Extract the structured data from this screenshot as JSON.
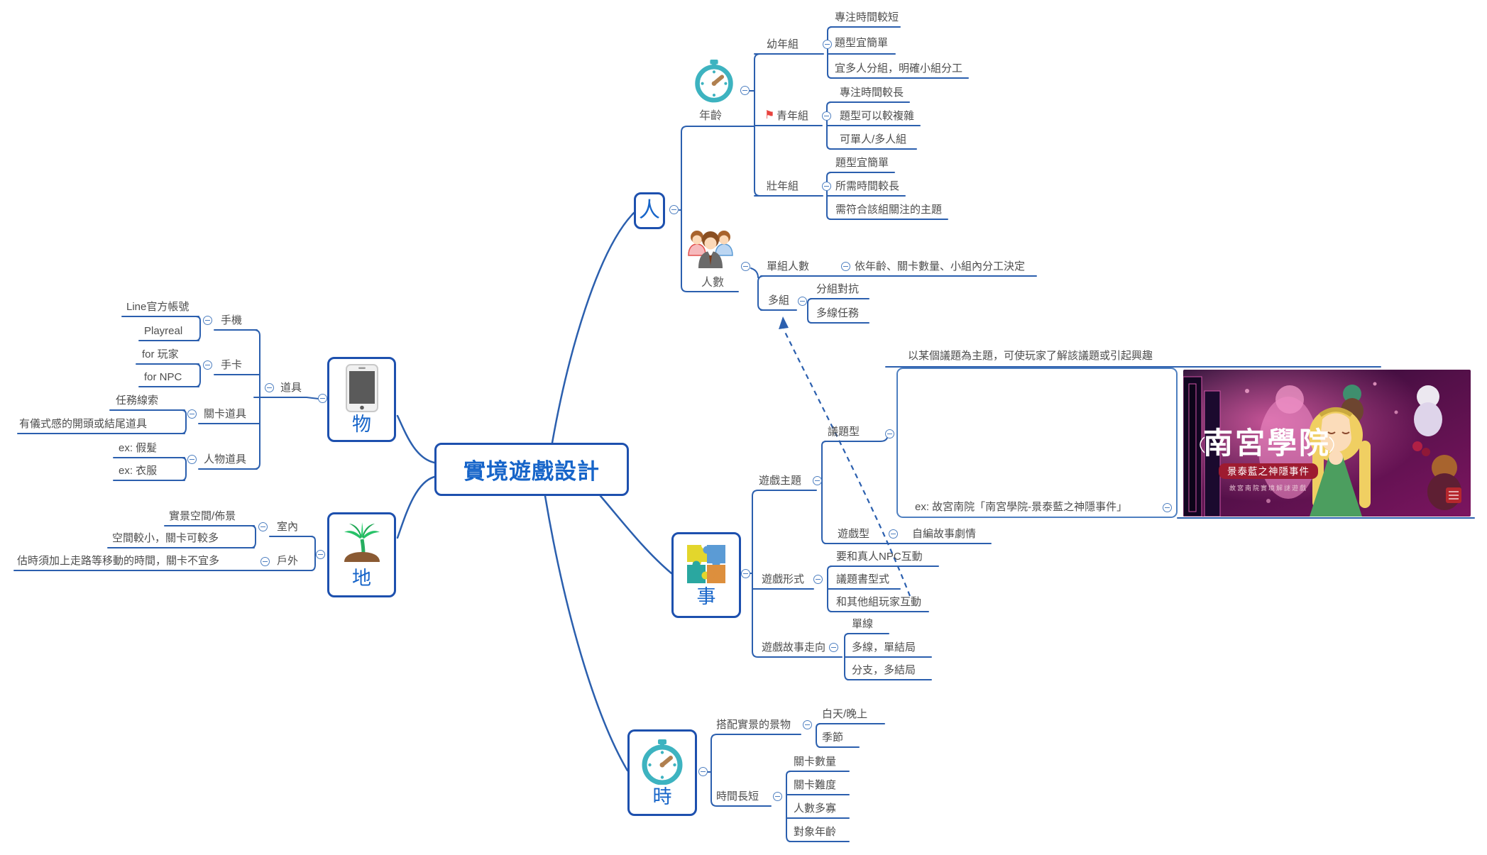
{
  "central": {
    "label": "實境遊戲設計"
  },
  "people": {
    "label": "人",
    "age": {
      "label": "年齡",
      "icon": "stopwatch-icon",
      "junior": {
        "label": "幼年組",
        "items": [
          "專注時間較短",
          "題型宜簡單",
          "宜多人分組，明確小組分工"
        ]
      },
      "youth": {
        "label": "青年組",
        "marker": "red-flag",
        "items": [
          "專注時間較長",
          "題型可以較複雜",
          "可單人/多人組"
        ]
      },
      "senior": {
        "label": "壯年組",
        "items": [
          "題型宜簡單",
          "所需時間較長",
          "需符合該組關注的主題"
        ]
      }
    },
    "count": {
      "label": "人數",
      "icon": "people-icon",
      "single": {
        "label": "單組人數",
        "note": "依年齡、關卡數量、小組內分工決定"
      },
      "multi": {
        "label": "多組",
        "items": [
          "分組對抗",
          "多線任務"
        ]
      }
    }
  },
  "things": {
    "label": "物",
    "icon": "smartphone-icon",
    "props": {
      "label": "道具",
      "phone": {
        "label": "手機",
        "items": [
          "Line官方帳號",
          "Playreal"
        ]
      },
      "card": {
        "label": "手卡",
        "items": [
          "for 玩家",
          "for NPC"
        ]
      },
      "stage": {
        "label": "關卡道具",
        "items": [
          "任務線索",
          "有儀式感的開頭或結尾道具"
        ]
      },
      "costume": {
        "label": "人物道具",
        "items": [
          "ex: 假髮",
          "ex: 衣服"
        ]
      }
    }
  },
  "place": {
    "label": "地",
    "icon": "palm-tree-icon",
    "indoor": {
      "label": "室內",
      "items": [
        "實景空間/佈景",
        "空間較小，關卡可較多"
      ]
    },
    "outdoor": {
      "label": "戶外",
      "note": "估時須加上走路等移動的時間，關卡不宜多"
    }
  },
  "events": {
    "label": "事",
    "icon": "puzzle-icon",
    "theme": {
      "label": "遊戲主題",
      "issue": {
        "label": "議題型",
        "desc": "以某個議題為主題，可使玩家了解該議題或引起興趣",
        "example": "ex: 故宮南院「南宮學院-景泰藍之神隱事件」"
      },
      "story": {
        "label": "遊戲型",
        "note": "自編故事劇情"
      }
    },
    "form": {
      "label": "遊戲形式",
      "items": [
        "要和真人NPC互動",
        "議題書型式",
        "和其他組玩家互動"
      ]
    },
    "direction": {
      "label": "遊戲故事走向",
      "items": [
        "單線",
        "多線，單結局",
        "分支，多結局"
      ]
    }
  },
  "time": {
    "label": "時",
    "icon": "stopwatch-icon",
    "scenery": {
      "label": "搭配實景的景物",
      "items": [
        "白天/晚上",
        "季節"
      ]
    },
    "duration": {
      "label": "時間長短",
      "items": [
        "關卡數量",
        "關卡難度",
        "人數多寡",
        "對象年齡"
      ]
    }
  },
  "poster": {
    "title": "南宮學院",
    "subtitle": "景泰藍之神隱事件",
    "caption": "故宮南院實境解謎遊戲"
  },
  "colors": {
    "line": "#2b5fae",
    "topic_text": "#4d4d4d",
    "node_text": "#1765c9",
    "flag": "#e8433f",
    "stopwatch": "#3db3c0"
  }
}
